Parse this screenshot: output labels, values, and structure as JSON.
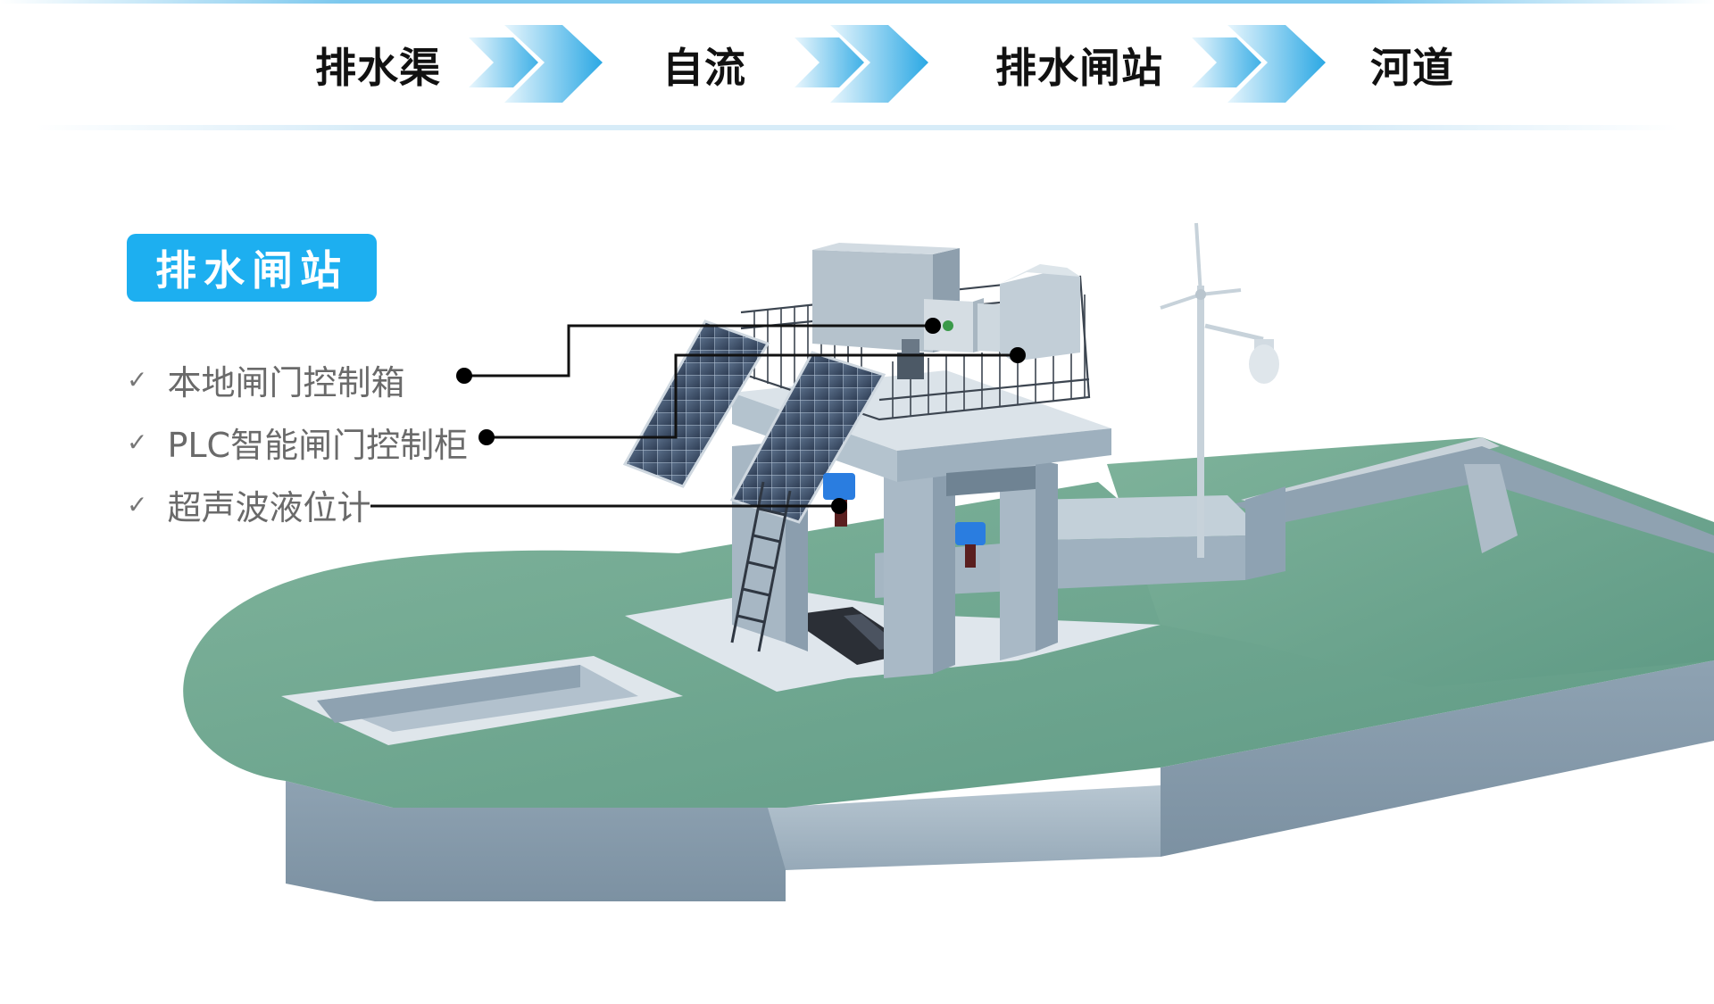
{
  "flow": {
    "steps": [
      "排水渠",
      "自流",
      "排水闸站",
      "河道"
    ],
    "arrow_color_light": "#d6eefb",
    "arrow_color_dark": "#27a9e6"
  },
  "section": {
    "title": "排水闸站",
    "title_bg": "#1daff0",
    "features": [
      "本地闸门控制箱",
      "PLC智能闸门控制柜",
      "超声波液位计"
    ],
    "check_mark": "✓"
  },
  "illustration": {
    "icons": [
      "drainage-gate-station-illustration",
      "solar-panel-icon",
      "control-box-icon",
      "plc-cabinet-icon",
      "ultrasonic-level-meter-icon",
      "wind-turbine-icon",
      "camera-dome-icon",
      "ladder-icon"
    ],
    "grass_color": "#6fa58e",
    "concrete_color": "#a9b9c5"
  }
}
